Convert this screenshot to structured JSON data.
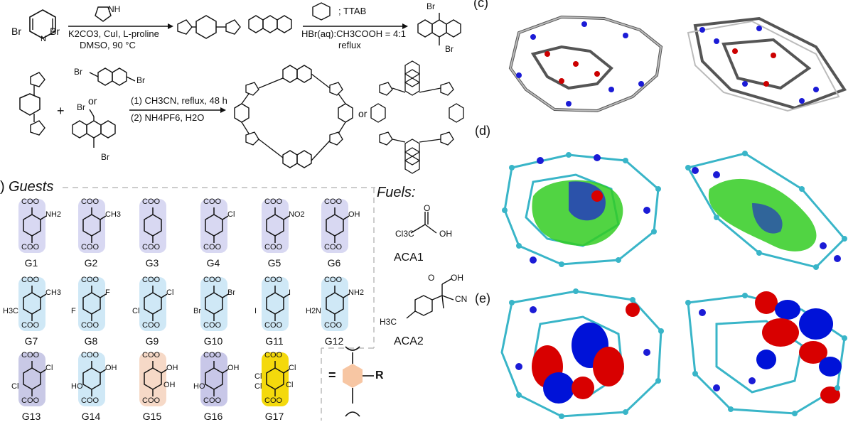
{
  "colors": {
    "guest_group1": "#d8d8f2",
    "guest_group2": "#cfe8f6",
    "guest_group3_g13": "#c9c9e6",
    "guest_g14": "#cfe8f6",
    "guest_g15": "#f6d9c7",
    "guest_g16": "#c8c7e8",
    "guest_g17": "#f4d90c",
    "connector_shade": "#f7c6a3",
    "orbital_red": "#d80000",
    "orbital_blue": "#0012d8",
    "surface_green": "#33cc22",
    "atom_cyan": "#39b5c8",
    "atom_blue": "#1b1bd6"
  },
  "synthesis": {
    "reagent1": {
      "left_br": "Br",
      "right_br": "Br"
    },
    "arrow1": {
      "top": "NH",
      "line1": "K2CO3, CuI, L-proline",
      "line2": "DMSO, 90 °C"
    },
    "arrow2": {
      "top": "; TTAB",
      "line1": "HBr(aq):CH3COOH = 4:1",
      "line2": "reflux"
    },
    "dibromide": {
      "top": "Br",
      "bottom": "Br"
    },
    "linker1": {
      "left": "Br",
      "right": "Br"
    },
    "or_between_linkers": "or",
    "linker2": {
      "top": "Br",
      "bottom": "Br"
    },
    "plus": "+",
    "arrow3": {
      "line1": "(1) CH3CN, reflux, 48 h",
      "line2": "(2) NH4PF6, H2O"
    },
    "or_between_products": "or"
  },
  "guests": {
    "title_prefix": ")",
    "title": "Guests",
    "items": [
      {
        "id": "G1",
        "subst": "NH2"
      },
      {
        "id": "G2",
        "subst": "CH3"
      },
      {
        "id": "G3",
        "subst": ""
      },
      {
        "id": "G4",
        "subst": "Cl"
      },
      {
        "id": "G5",
        "subst": "NO2"
      },
      {
        "id": "G6",
        "subst": "OH"
      },
      {
        "id": "G7",
        "subst": "CH3"
      },
      {
        "id": "G8",
        "subst": "F"
      },
      {
        "id": "G9",
        "subst": "Cl"
      },
      {
        "id": "G10",
        "subst": "Br"
      },
      {
        "id": "G11",
        "subst": "I"
      },
      {
        "id": "G12",
        "subst": "NH2"
      },
      {
        "id": "G13",
        "subst": "Cl"
      },
      {
        "id": "G14",
        "subst": "OH"
      },
      {
        "id": "G15",
        "subst": "OH"
      },
      {
        "id": "G16",
        "subst": "OH"
      },
      {
        "id": "G17",
        "subst": "Cl"
      }
    ],
    "coo": "COO",
    "g7_left": "H3C",
    "g8_left": "F",
    "g9_left": "Cl",
    "g10_left": "Br",
    "g11_left": "I",
    "g12_left": "H2N",
    "g13_left": "Cl",
    "g14_left": "HO",
    "g15_right2": "OH",
    "g16_left": "HO",
    "g17_left1": "Cl",
    "g17_left2": "Cl",
    "g17_right2": "Cl"
  },
  "fuels": {
    "title": "Fuels:",
    "aca1": {
      "label": "ACA1",
      "o": "O",
      "oh": "OH",
      "cl3c": "Cl3C"
    },
    "aca2": {
      "label": "ACA2",
      "o": "O",
      "oh": "OH",
      "cn": "CN",
      "h3c": "H3C"
    }
  },
  "legend_shape": {
    "eq": "=",
    "r": "R"
  },
  "panels": {
    "c": "(c)",
    "d": "(d)",
    "e": "(e)"
  }
}
